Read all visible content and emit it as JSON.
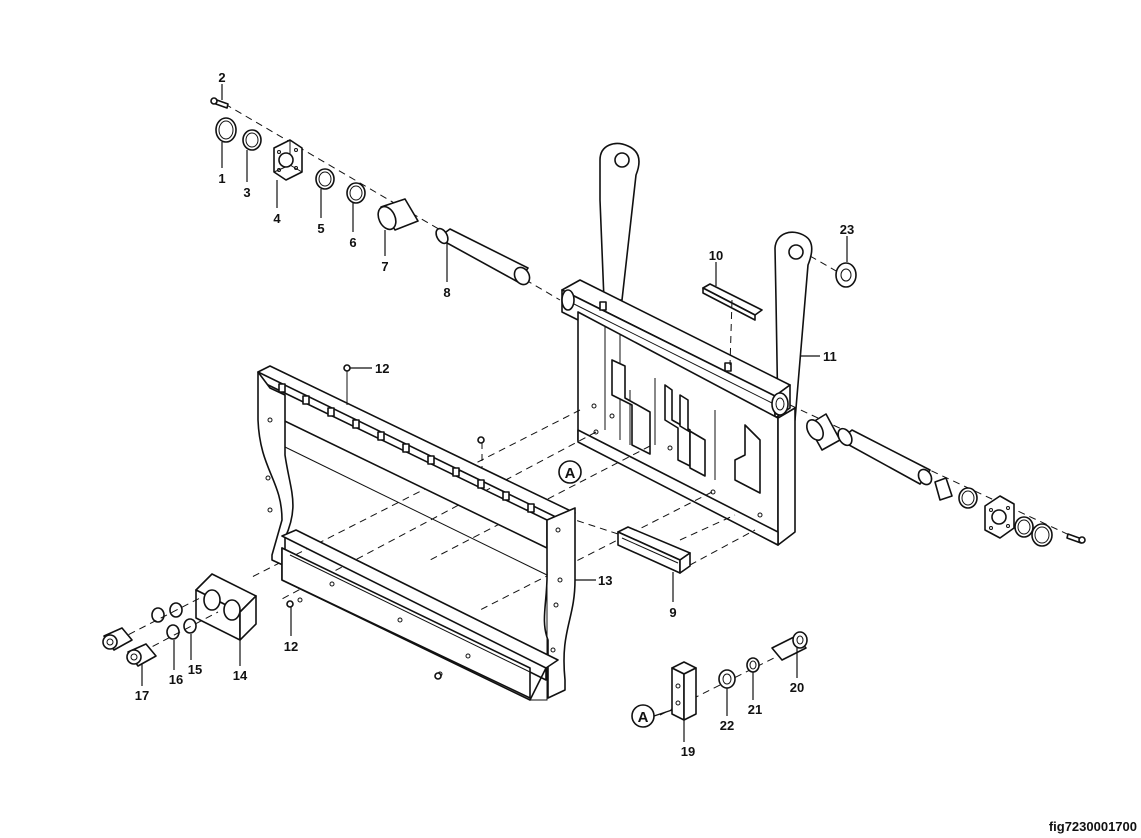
{
  "figure_id": "fig7230001700",
  "callouts": {
    "c1": "1",
    "c2": "2",
    "c3": "3",
    "c4": "4",
    "c5": "5",
    "c6": "6",
    "c7": "7",
    "c8": "8",
    "c9": "9",
    "c10": "10",
    "c11": "11",
    "c12a": "12",
    "c12b": "12",
    "c13": "13",
    "c14": "14",
    "c15": "15",
    "c16": "16",
    "c17": "17",
    "c19": "19",
    "c20": "20",
    "c21": "21",
    "c22": "22",
    "c23": "23"
  },
  "detail_refs": {
    "a_main": "A",
    "a_detail": "A"
  }
}
